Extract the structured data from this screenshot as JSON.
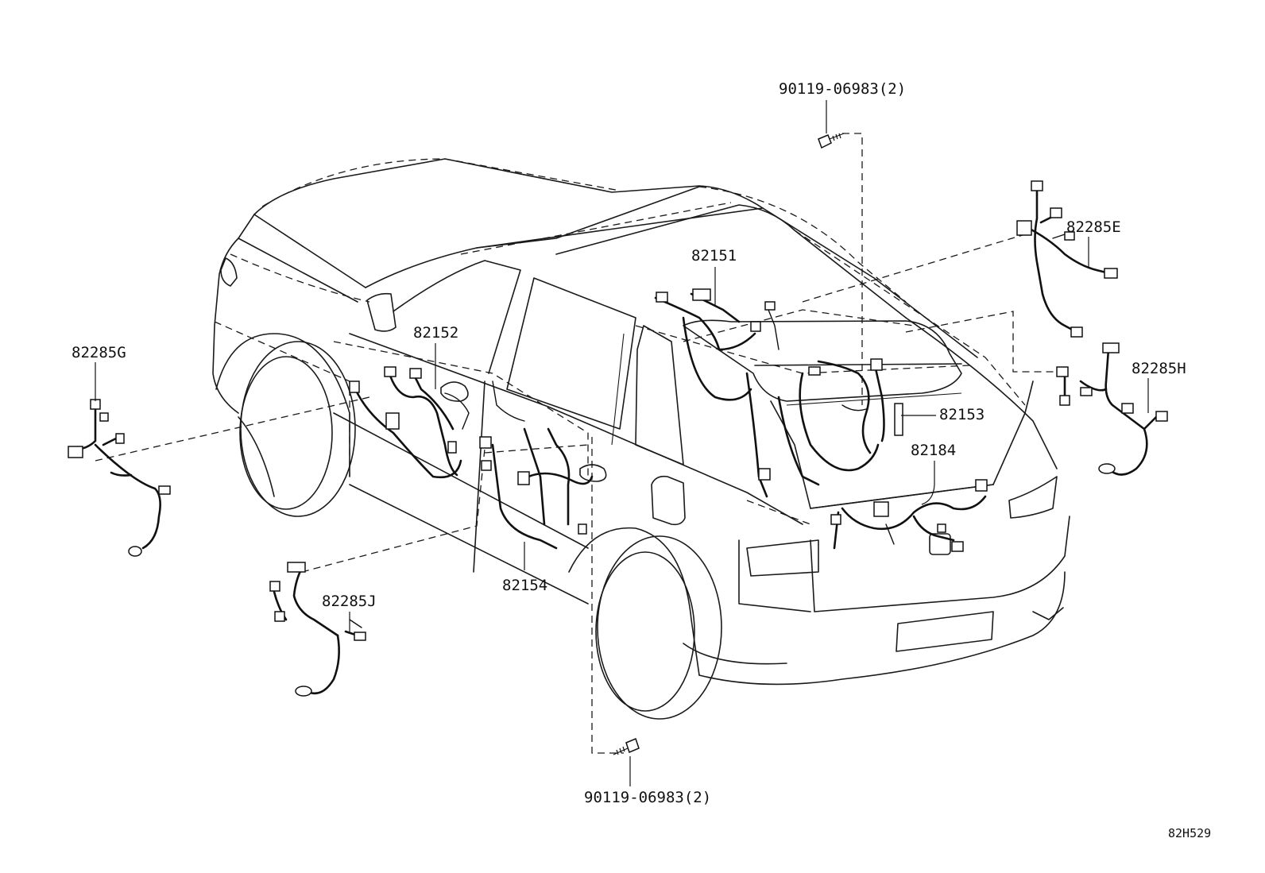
{
  "diagram_code": "82H529",
  "callouts": {
    "bolt_top": "90119-06983(2)",
    "bolt_bottom": "90119-06983(2)",
    "p82151": "82151",
    "p82152": "82152",
    "p82153": "82153",
    "p82154": "82154",
    "p82184": "82184",
    "p82285E": "82285E",
    "p82285G": "82285G",
    "p82285H": "82285H",
    "p82285J": "82285J"
  }
}
